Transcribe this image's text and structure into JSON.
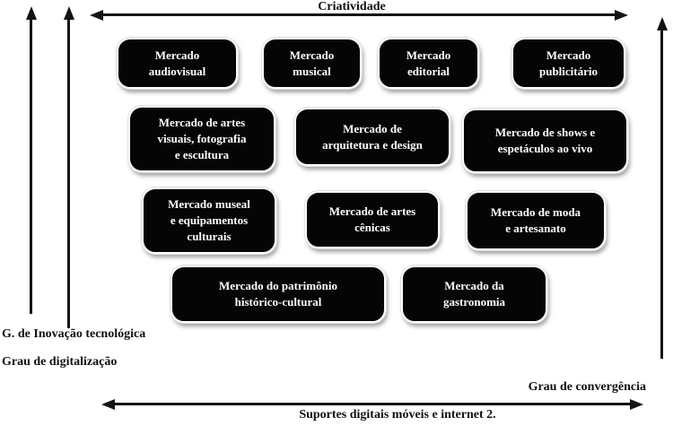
{
  "axes": {
    "top_label": "Criatividade",
    "left_label_1": "G. de Inovação tecnológica",
    "left_label_2": "Grau de digitalização",
    "right_label": "Grau de convergência",
    "bottom_label": "Suportes digitais móveis e internet 2."
  },
  "colors": {
    "box_fill": "#050505",
    "box_text": "#ffffff",
    "arrow": "#141414",
    "background": "#ffffff"
  },
  "boxes": [
    {
      "id": "audiovisual",
      "label": "Mercado\naudiovisual"
    },
    {
      "id": "musical",
      "label": "Mercado\nmusical"
    },
    {
      "id": "editorial",
      "label": "Mercado\neditorial"
    },
    {
      "id": "publicitario",
      "label": "Mercado\npublicitário"
    },
    {
      "id": "artes-visuais",
      "label": "Mercado de artes\nvisuais, fotografia\ne escultura"
    },
    {
      "id": "arquitetura",
      "label": "Mercado de\narquitetura e design"
    },
    {
      "id": "shows",
      "label": "Mercado de shows e\nespetáculos ao vivo"
    },
    {
      "id": "museal",
      "label": "Mercado museal\ne equipamentos\nculturais"
    },
    {
      "id": "artes-cenicas",
      "label": "Mercado de artes\ncênicas"
    },
    {
      "id": "moda",
      "label": "Mercado de moda\ne artesanato"
    },
    {
      "id": "patrimonio",
      "label": "Mercado do patrimônio\nhistórico-cultural"
    },
    {
      "id": "gastronomia",
      "label": "Mercado da\ngastronomia"
    }
  ]
}
